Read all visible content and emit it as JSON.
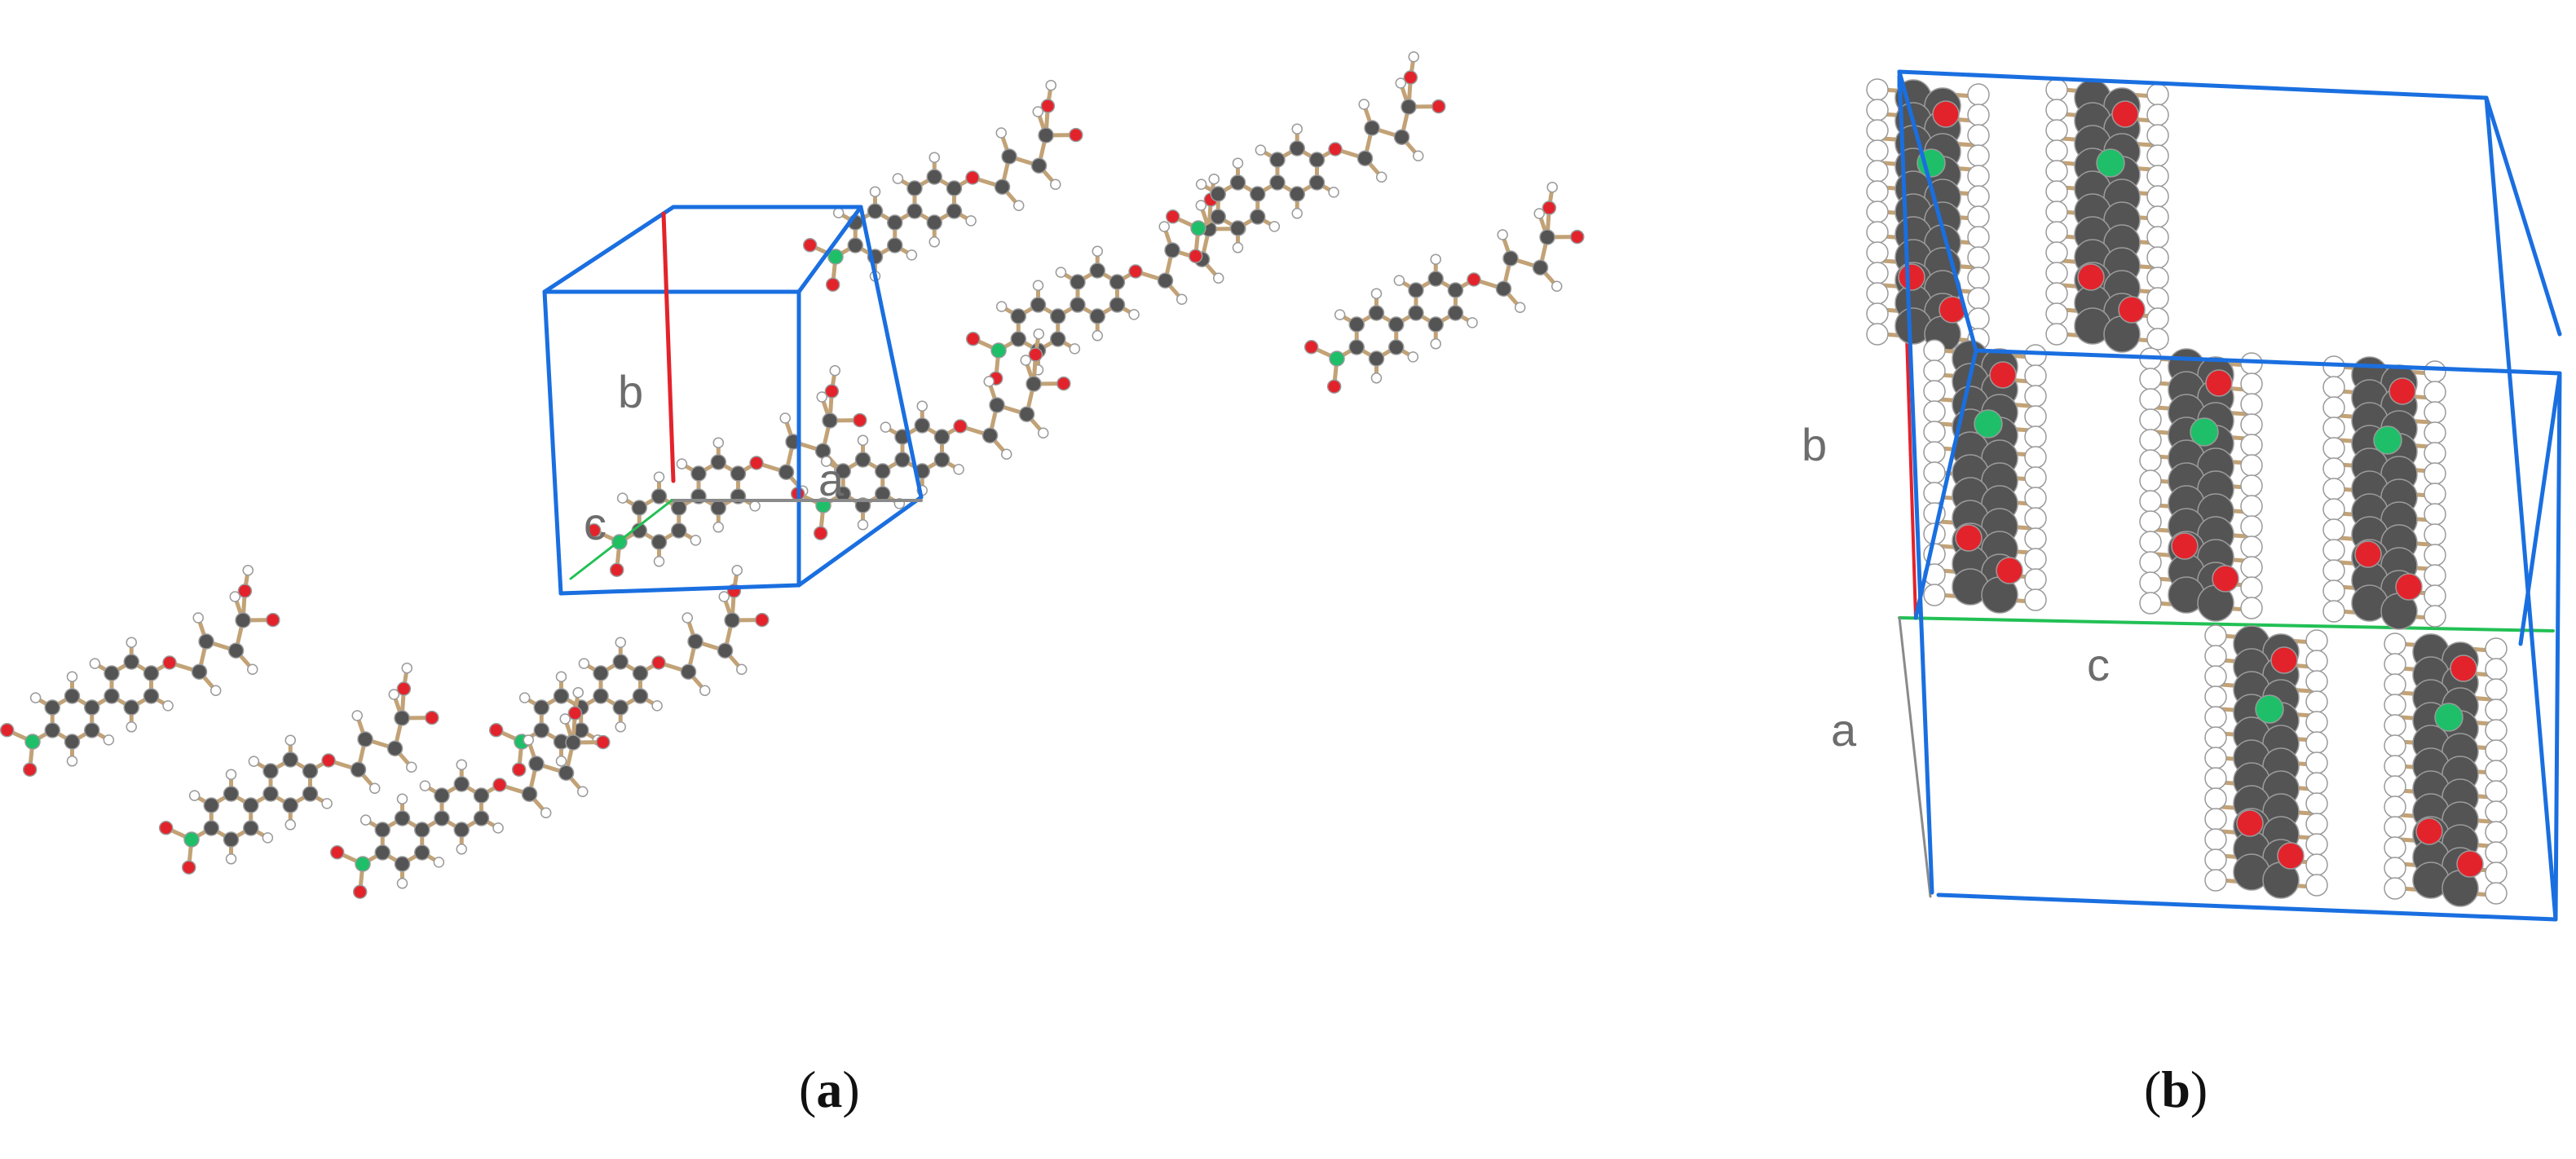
{
  "panels": [
    {
      "caption_open": "(",
      "caption_letter": "a",
      "caption_close": ")",
      "axis_labels": {
        "a": "a",
        "b": "b",
        "c": "c"
      }
    },
    {
      "caption_open": "(",
      "caption_letter": "b",
      "caption_close": ")",
      "axis_labels": {
        "a": "a",
        "b": "b",
        "c": "c"
      }
    }
  ],
  "colors": {
    "carbon": "#545454",
    "oxygen": "#e3232b",
    "nitrogen": "#1fbf6a",
    "hydrogen": "#ffffff",
    "bond": "#c2a276",
    "cell_edge": "#1a6fe0",
    "axis_a": "#8a8a8a",
    "axis_b": "#e3232b",
    "axis_c": "#22c055"
  }
}
